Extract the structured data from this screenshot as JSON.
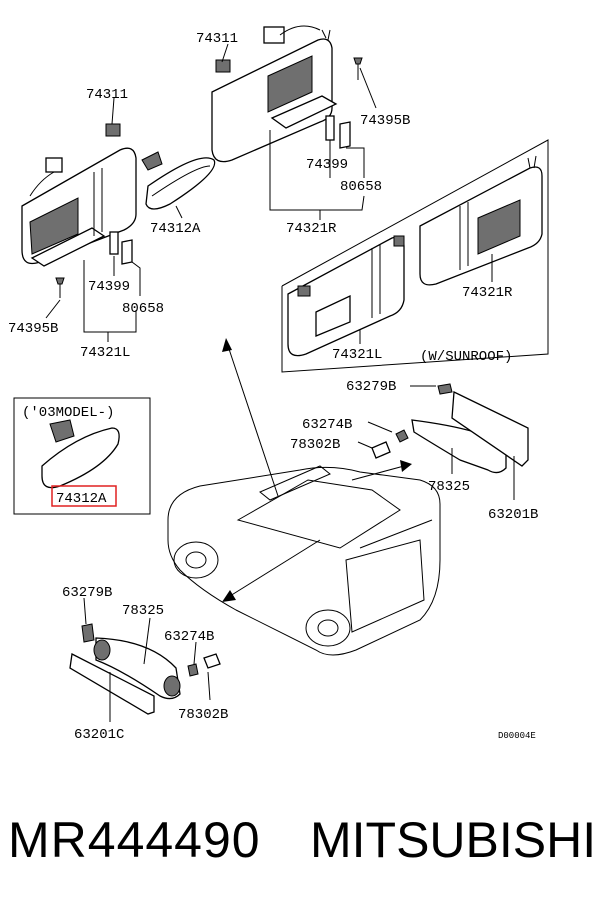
{
  "callouts": {
    "c74311_top": "74311",
    "c74395b_top": "74395B",
    "c74311_left": "74311",
    "c74399_right": "74399",
    "c80658_right": "80658",
    "c74312a_top": "74312A",
    "c74321r_top": "74321R",
    "c74399_left": "74399",
    "c80658_left": "80658",
    "c74395b_left": "74395B",
    "c74321l_left": "74321L",
    "c74321r_sun": "74321R",
    "c74321l_sun": "74321L",
    "sunroof_note": "(W/SUNROOF)",
    "model_note": "('03MODEL-)",
    "c74312a_box": "74312A",
    "c63279b_r": "63279B",
    "c63274b_r": "63274B",
    "c78302b_r": "78302B",
    "c78325_r": "78325",
    "c63201b_r": "63201B",
    "c63279b_l": "63279B",
    "c78325_l": "78325",
    "c63274b_l": "63274B",
    "c78302b_l": "78302B",
    "c63201c_l": "63201C",
    "diagram_code": "D00004E"
  },
  "highlight_color": "#e02020",
  "footer": {
    "part_number": "MR444490",
    "brand": "MITSUBISHI"
  }
}
